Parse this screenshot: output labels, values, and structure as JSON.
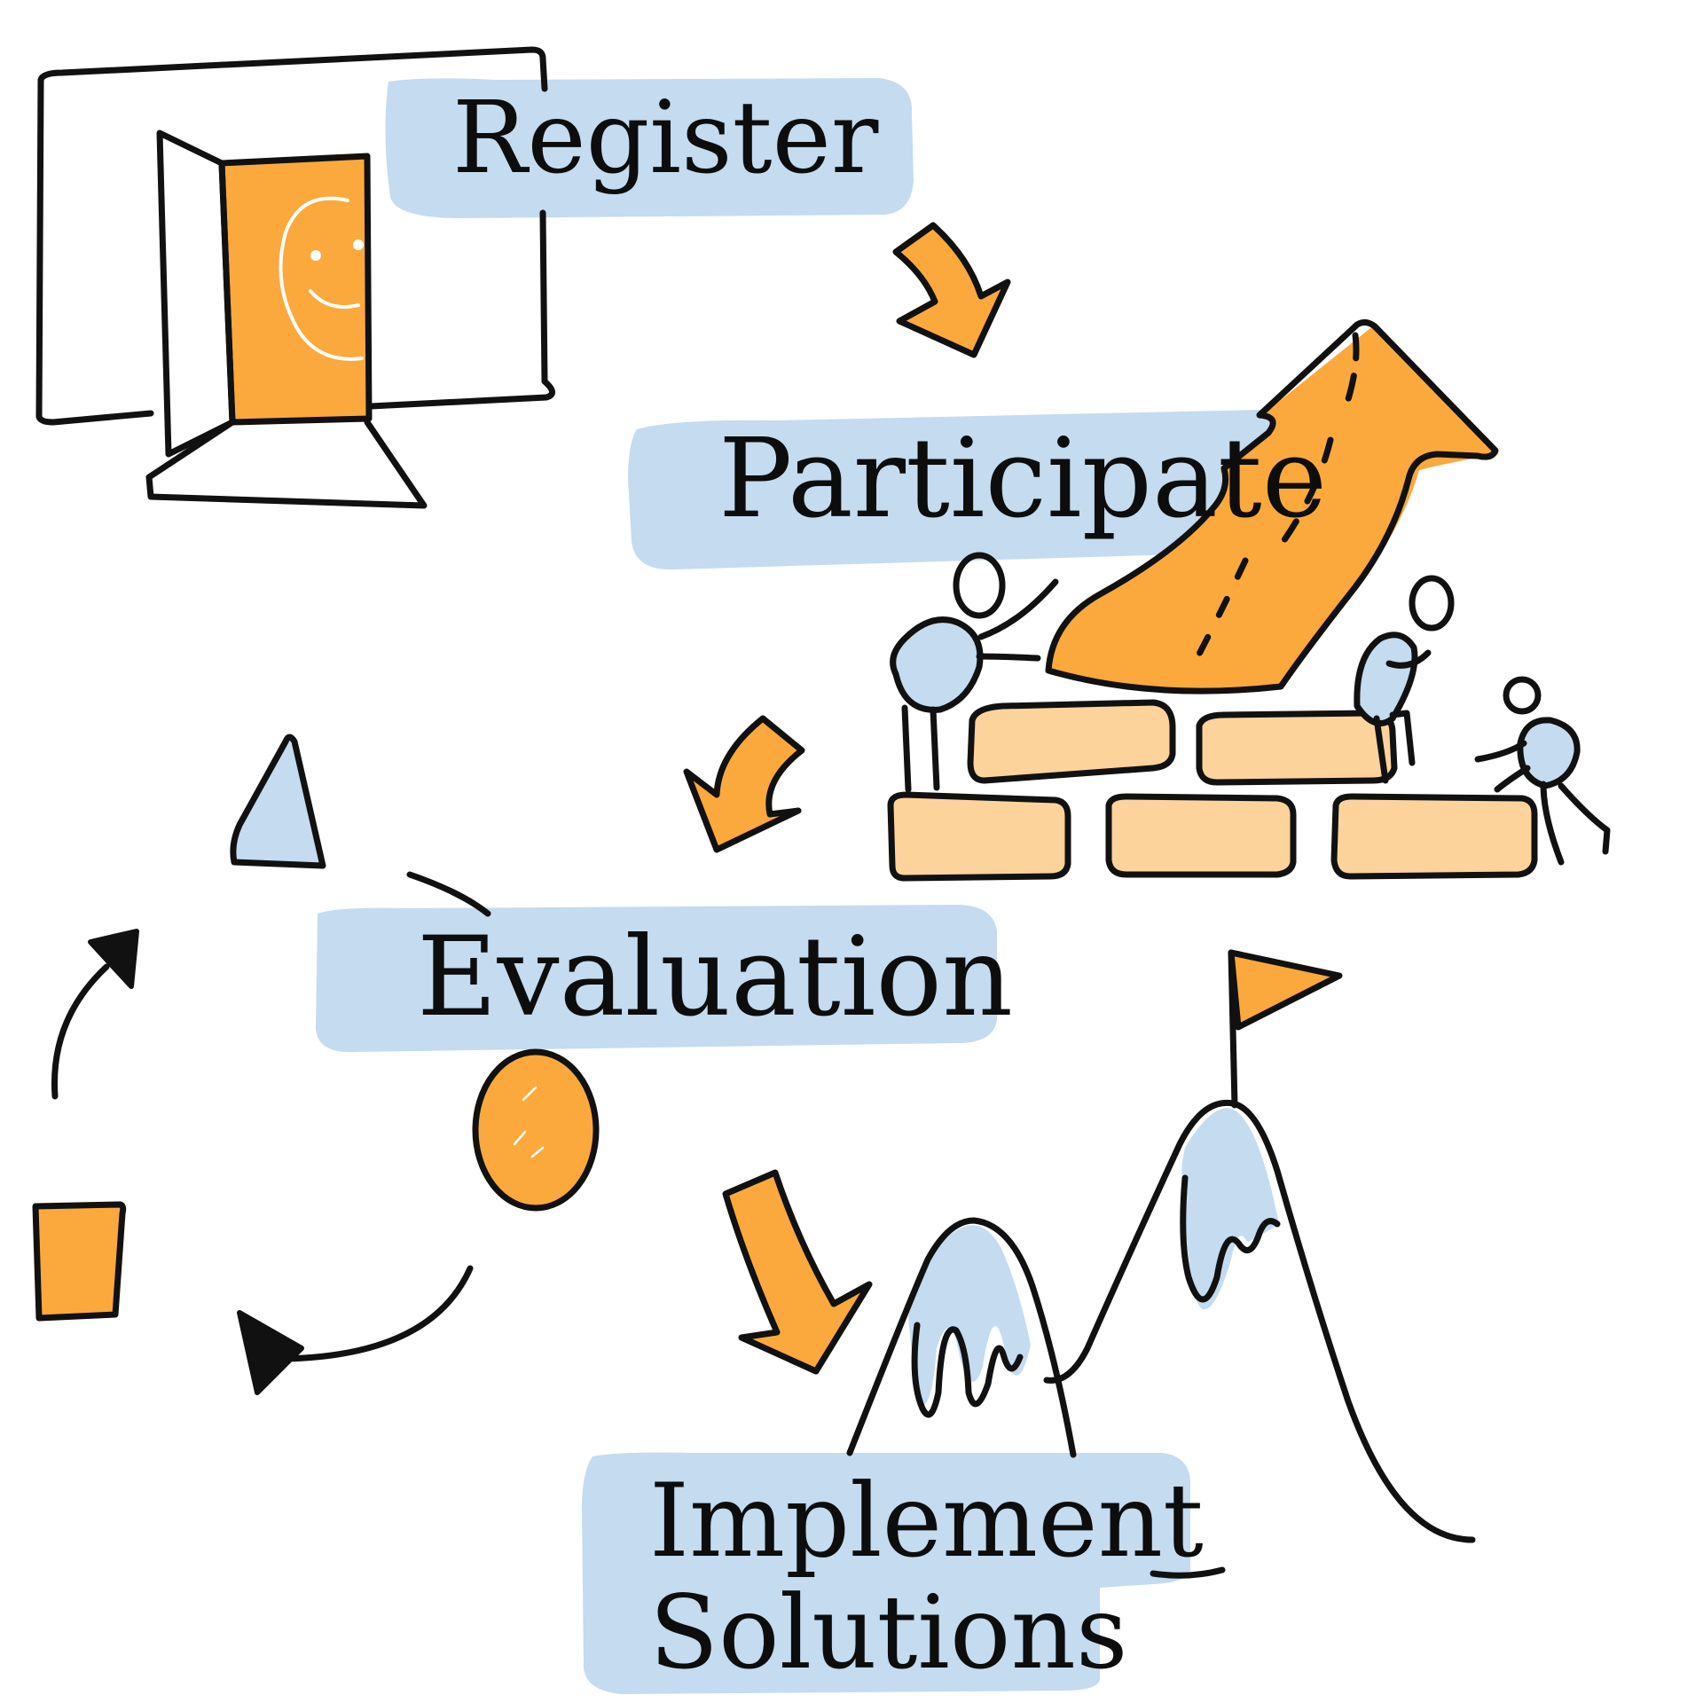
{
  "colors": {
    "orange": "#FBA93C",
    "light_orange": "#FDD39C",
    "light_blue": "#C4DBF0",
    "ink": "#111111"
  },
  "steps": [
    {
      "label": "Register",
      "icon": "computer-door-icon"
    },
    {
      "label": "Participate",
      "icon": "teamwork-arrow-icon"
    },
    {
      "label": "Evaluation",
      "icon": "shapes-cycle-icon"
    },
    {
      "label": "Implement",
      "label2": "Solutions",
      "icon": "mountain-flag-icon"
    }
  ]
}
